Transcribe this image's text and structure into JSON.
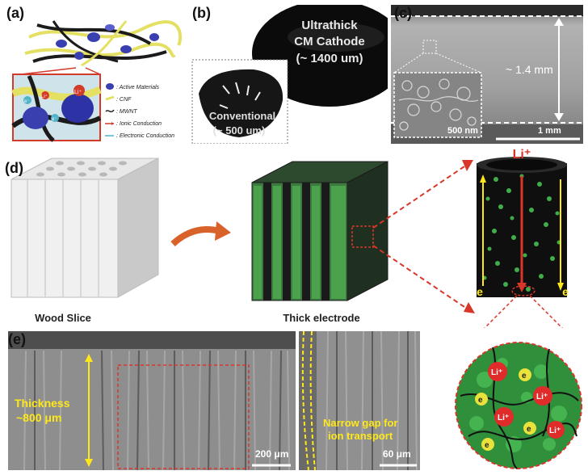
{
  "panel_labels": {
    "a": "(a)",
    "b": "(b)",
    "c": "(c)",
    "d": "(d)",
    "e": "(e)"
  },
  "panel_a": {
    "legend": [
      {
        "text": ": Active Materials",
        "color": "#3a3fb0"
      },
      {
        "text": ": CNF",
        "color": "#e4e063"
      },
      {
        "text": ": MWNT",
        "color": "#222222"
      },
      {
        "text": ": Ionic Conduction",
        "color": "#d23a2a"
      },
      {
        "text": ": Electronic Conduction",
        "color": "#4fb3c9"
      }
    ],
    "ion_labels": [
      "Li⁺",
      "e⁻",
      "Li⁺",
      "e⁻"
    ]
  },
  "panel_b": {
    "title_line1": "Ultrathick",
    "title_line2": "CM Cathode",
    "title_line3": "(~ 1400 um)",
    "inset_line1": "Conventional",
    "inset_line2": "(~ 500 um)"
  },
  "panel_c": {
    "thickness": "~ 1.4 mm",
    "scale_inset": "500 nm",
    "scale_main": "1 mm"
  },
  "panel_d": {
    "wood_label": "Wood Slice",
    "electrode_label": "Thick electrode",
    "li_label": "Li⁺",
    "e_left": "e",
    "e_right": "e",
    "circle_labels": [
      "Li⁺",
      "Li⁺",
      "Li⁺",
      "Li⁺",
      "e",
      "e",
      "e",
      "e"
    ]
  },
  "panel_e": {
    "thickness_line1": "Thickness",
    "thickness_line2": "~800 μm",
    "scale_left": "200 μm",
    "gap_line1": "Narrow gap for",
    "gap_line2": "ion transport",
    "scale_right": "60 μm"
  },
  "colors": {
    "annotation_yellow": "#ffe81a",
    "arrow_red": "#d9362a",
    "arrow_orange": "#d9622b",
    "particle_green": "#3fae4a"
  }
}
